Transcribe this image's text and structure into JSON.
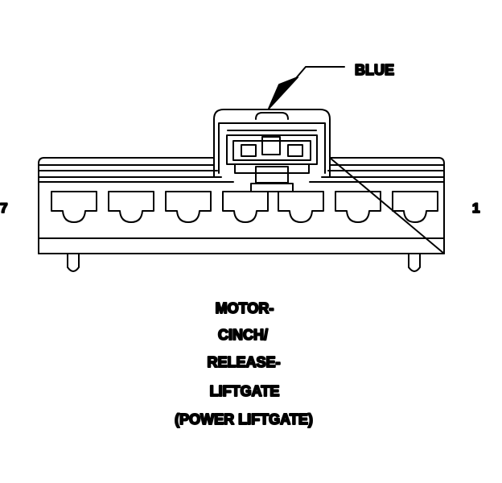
{
  "callout": {
    "label": "BLUE"
  },
  "pins": {
    "left": "7",
    "right": "1"
  },
  "caption": [
    "MOTOR-",
    "CINCH/",
    "RELEASE-",
    "LIFTGATE",
    "(POWER LIFTGATE)"
  ],
  "colors": {
    "stroke": "#000000",
    "background": "#ffffff"
  }
}
